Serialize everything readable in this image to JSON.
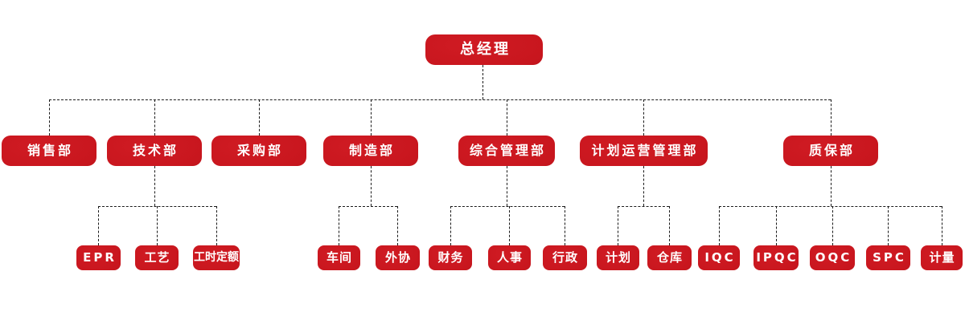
{
  "org_chart": {
    "title_hint": "company organization chart",
    "root": {
      "label": "总经理"
    },
    "departments": {
      "sales": {
        "label": "销售部"
      },
      "tech": {
        "label": "技术部",
        "children": {
          "epr": {
            "label": "EPR"
          },
          "process": {
            "label": "工艺"
          },
          "labor_quota": {
            "label": "工时定额"
          }
        }
      },
      "purchasing": {
        "label": "采购部"
      },
      "manufacturing": {
        "label": "制造部",
        "children": {
          "workshop": {
            "label": "车间"
          },
          "outsourcing": {
            "label": "外协"
          }
        }
      },
      "general_admin": {
        "label": "综合管理部",
        "children": {
          "finance": {
            "label": "财务"
          },
          "hr": {
            "label": "人事"
          },
          "admin": {
            "label": "行政"
          }
        }
      },
      "planning_ops": {
        "label": "计划运营管理部",
        "children": {
          "planning": {
            "label": "计划"
          },
          "warehouse": {
            "label": "仓库"
          }
        }
      },
      "qa": {
        "label": "质保部",
        "children": {
          "iqc": {
            "label": "IQC"
          },
          "ipqc": {
            "label": "IPQC"
          },
          "oqc": {
            "label": "OQC"
          },
          "spc": {
            "label": "SPC"
          },
          "metrology": {
            "label": "计量"
          }
        }
      }
    },
    "colors": {
      "node_red": "#c8161e",
      "node_red_dark": "#a80d14",
      "node_text": "#ffffff",
      "connector": "#1a1a1a",
      "background": "#ffffff"
    }
  }
}
